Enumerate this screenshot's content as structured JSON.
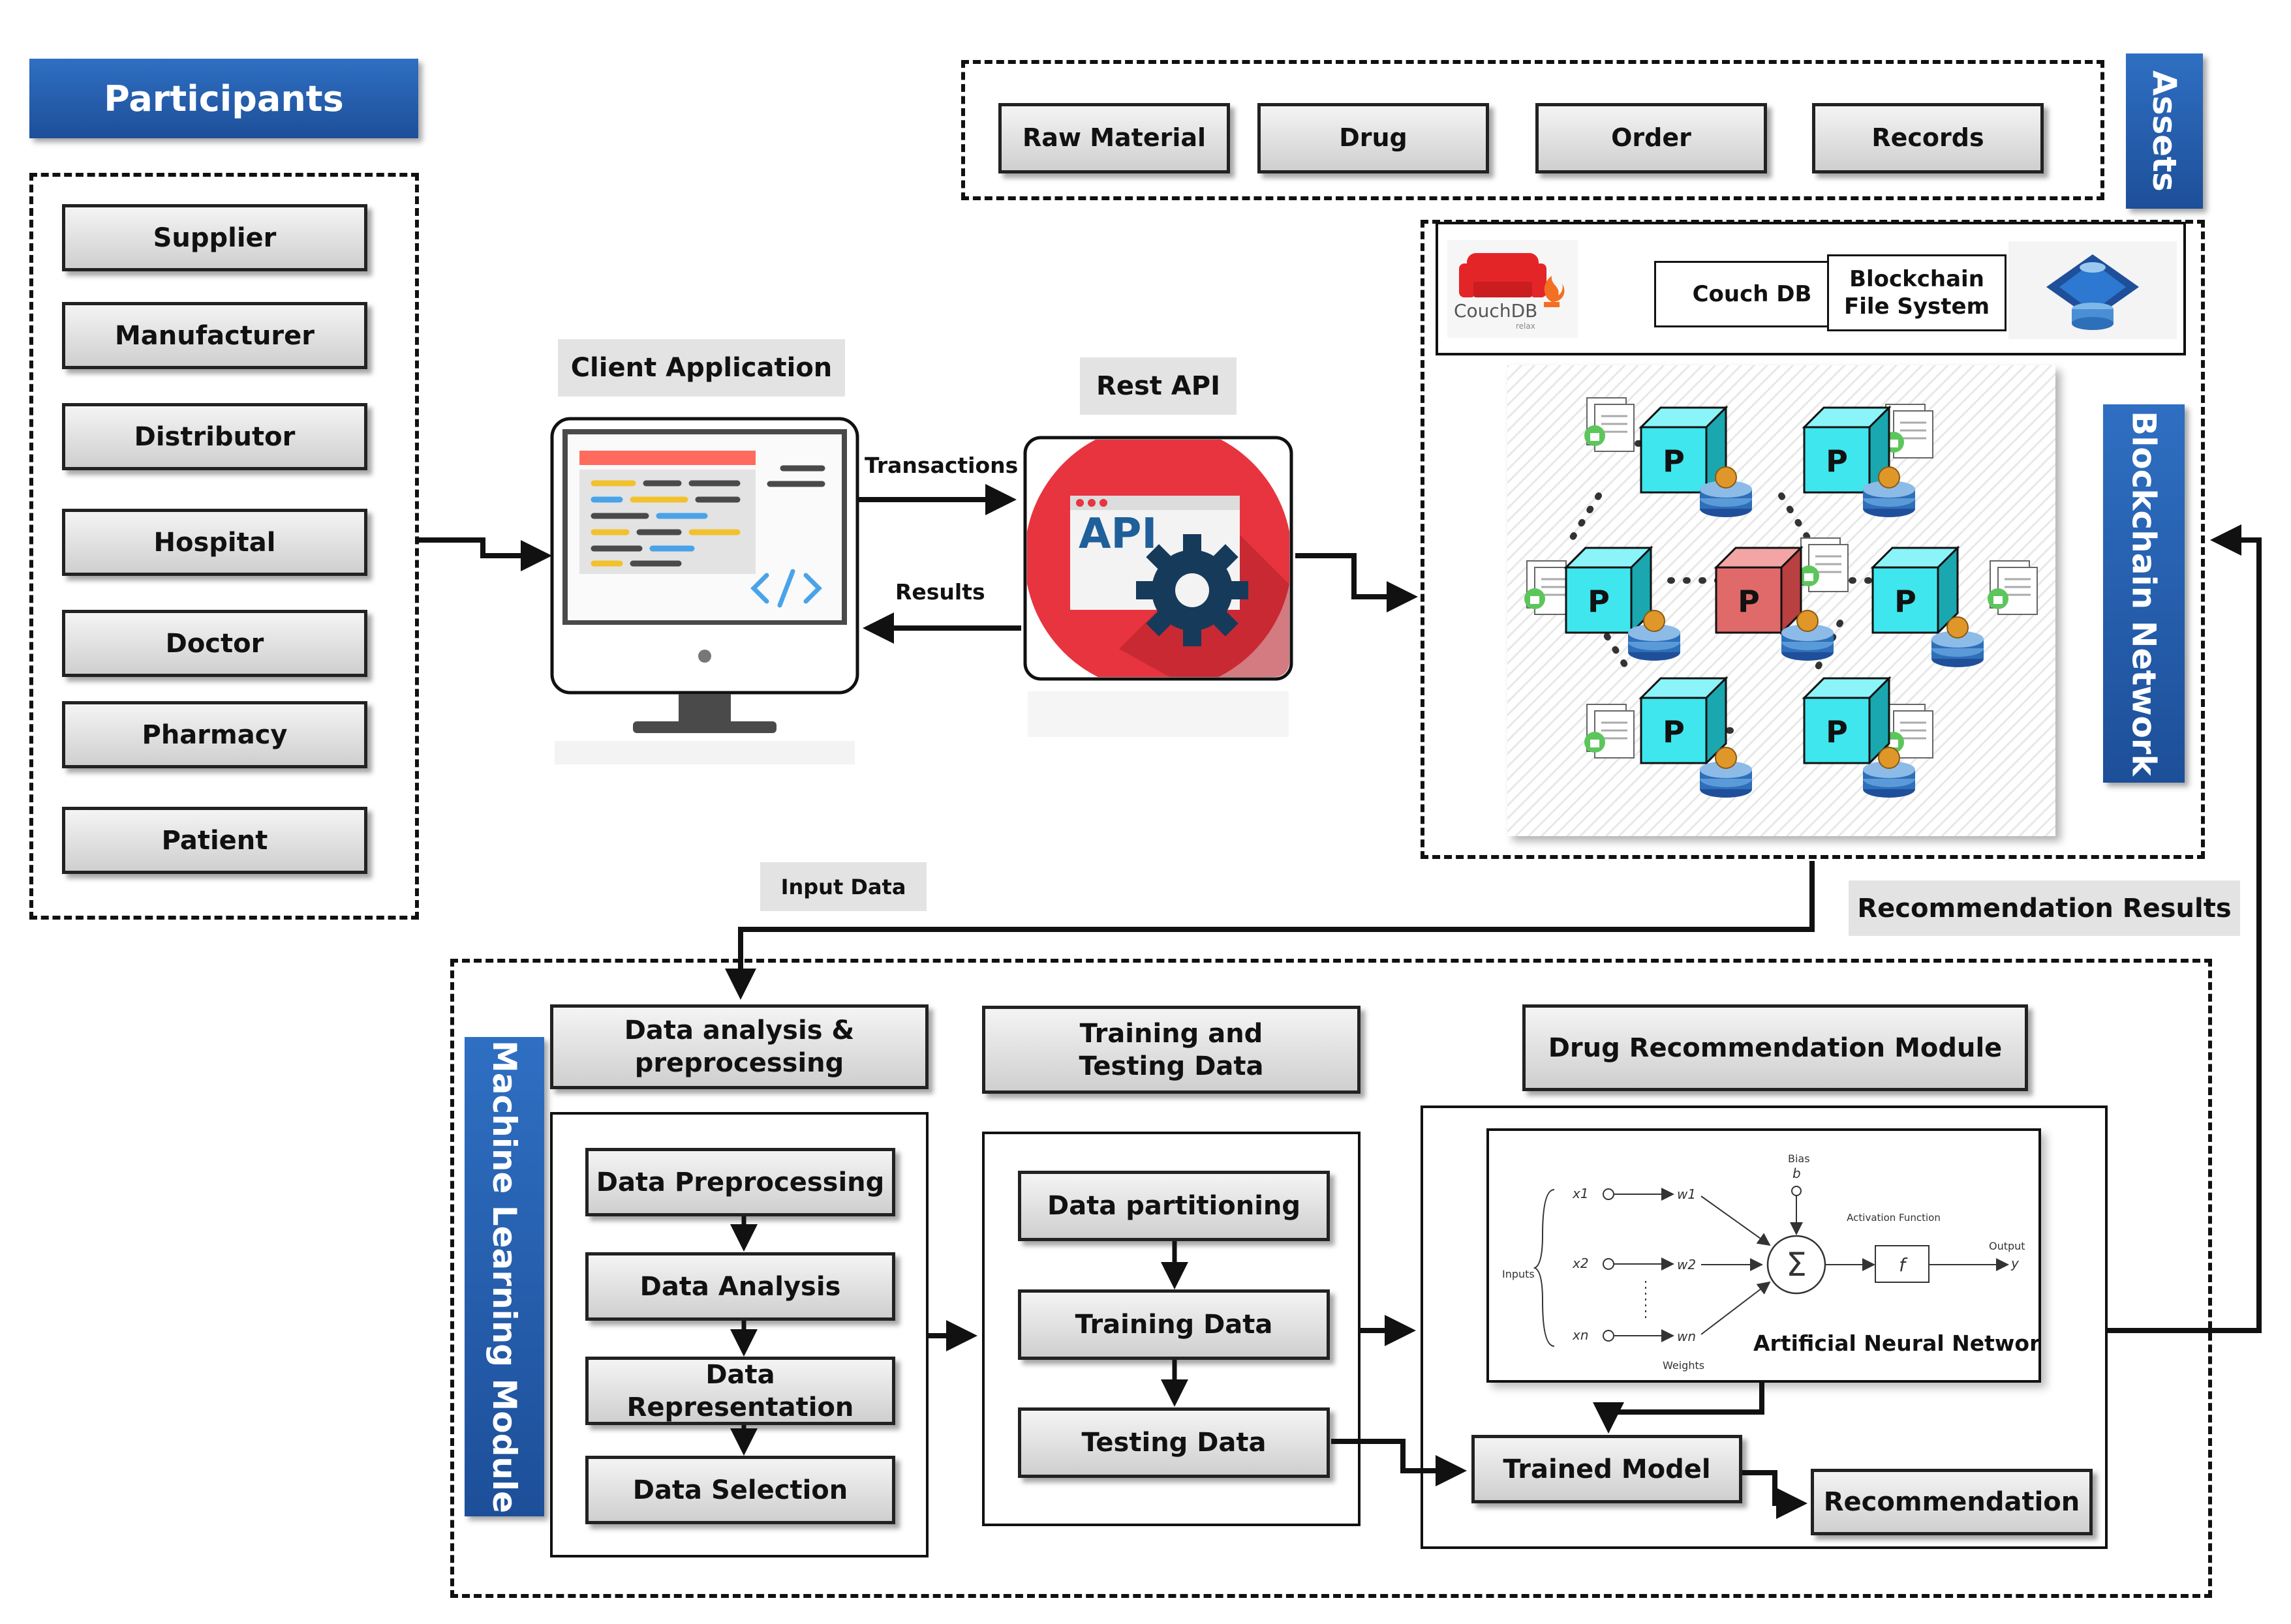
{
  "participants": {
    "title": "Participants",
    "items": [
      "Supplier",
      "Manufacturer",
      "Distributor",
      "Hospital",
      "Doctor",
      "Pharmacy",
      "Patient"
    ]
  },
  "assets": {
    "title": "Assets",
    "items": [
      "Raw Material",
      "Drug",
      "Order",
      "Records"
    ]
  },
  "client_app": {
    "label": "Client Application"
  },
  "rest_api": {
    "label": "Rest API",
    "logo_text": "API"
  },
  "flows": {
    "transactions": "Transactions",
    "results": "Results",
    "input_data": "Input Data",
    "recommendation_results": "Recommendation Results"
  },
  "blockchain": {
    "title": "Blockchain Network",
    "couchdb_logo_text": "CouchDB",
    "couchdb_logo_sub": "relax",
    "couch_db": "Couch DB",
    "file_system": "Blockchain File System",
    "peer_letter": "P"
  },
  "ml_module": {
    "title": "Machine Learning Module",
    "analysis_header": "Data analysis  & preprocessing",
    "analysis_steps": [
      "Data Preprocessing",
      "Data Analysis",
      "Data Representation",
      "Data Selection"
    ],
    "training_header": "Training and Testing Data",
    "training_steps": [
      "Data partitioning",
      "Training Data",
      "Testing Data"
    ],
    "drug_header": "Drug Recommendation Module",
    "trained_model": "Trained Model",
    "recommendation": "Recommendation"
  },
  "ann": {
    "caption": "Artificial Neural Network",
    "bias": "Bias",
    "bias_symbol": "b",
    "inputs": "Inputs",
    "weights": "Weights",
    "activation": "Activation Function",
    "output": "Output",
    "output_symbol": "y",
    "sum_symbol": "Σ",
    "func_symbol": "f",
    "x_labels": [
      "x1",
      "x2",
      "xn"
    ],
    "w_labels": [
      "w1",
      "w2",
      "wn"
    ]
  },
  "colors": {
    "blue": "#1d4f99",
    "cube_cyan": "#3fe6ee",
    "cube_red": "#e06a6a",
    "api_red": "#e7343f",
    "gear": "#163a5a"
  }
}
